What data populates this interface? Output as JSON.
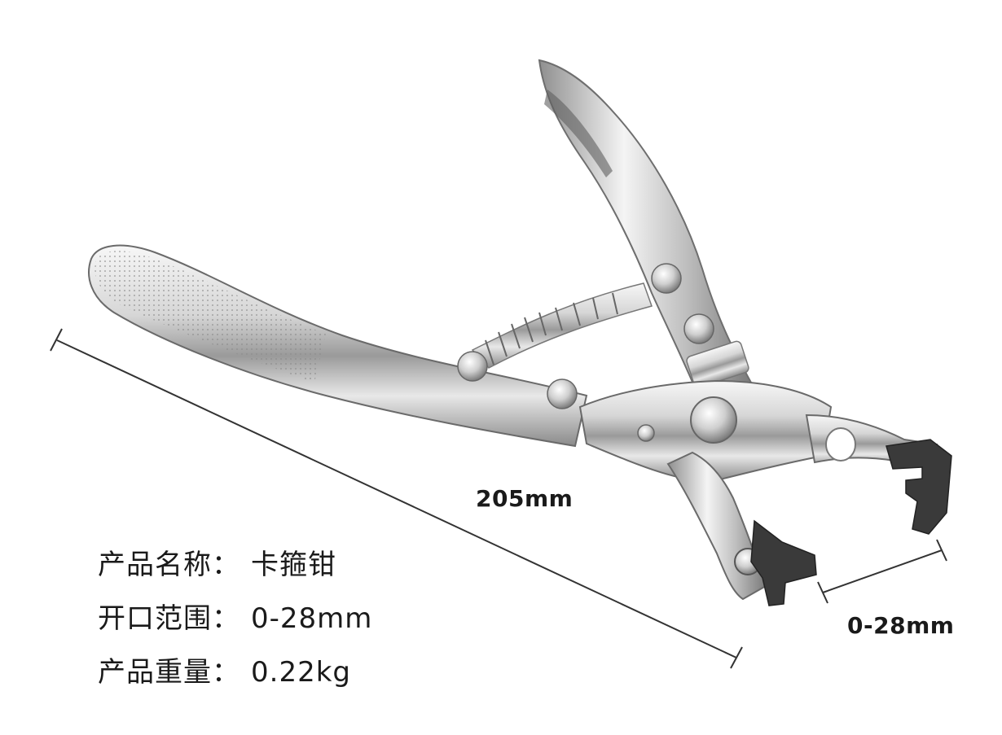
{
  "dimensions": {
    "length_label": "205mm",
    "opening_label": "0-28mm"
  },
  "specs": [
    {
      "key": "产品名称",
      "sep": "：",
      "value": "卡箍钳"
    },
    {
      "key": "开口范围",
      "sep": "：",
      "value": "0-28mm"
    },
    {
      "key": "产品重量",
      "sep": "：",
      "value": "0.22kg"
    }
  ],
  "colors": {
    "background": "#ffffff",
    "text": "#1a1a1a",
    "chrome_dark": "#7d7d7d",
    "chrome_light": "#f2f2f2",
    "jaw_tip": "#3a3a3a"
  }
}
